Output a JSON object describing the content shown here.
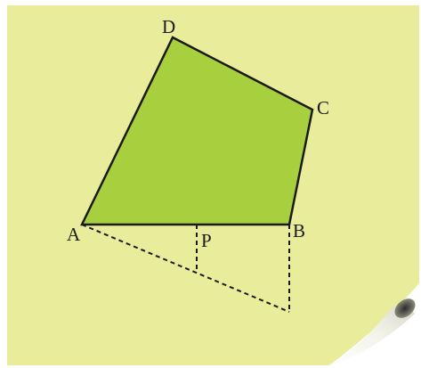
{
  "diagram": {
    "points": {
      "A": "A",
      "B": "B",
      "C": "C",
      "D": "D",
      "P": "P"
    },
    "colors": {
      "background": "#e8ec9b",
      "quad_fill": "#a8cf3d",
      "stroke": "#1a1a1a",
      "curl_shadow": "#4a4a4a"
    }
  }
}
